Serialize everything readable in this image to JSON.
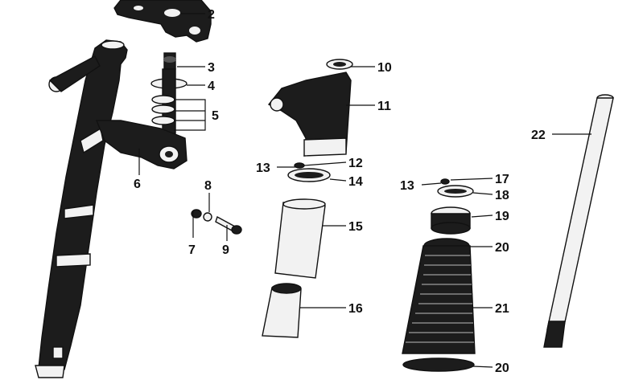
{
  "diagram": {
    "callouts": [
      {
        "id": "c2",
        "number": "2"
      },
      {
        "id": "c3",
        "number": "3"
      },
      {
        "id": "c4",
        "number": "4"
      },
      {
        "id": "c5",
        "number": "5"
      },
      {
        "id": "c6",
        "number": "6"
      },
      {
        "id": "c7",
        "number": "7"
      },
      {
        "id": "c8",
        "number": "8"
      },
      {
        "id": "c9",
        "number": "9"
      },
      {
        "id": "c10",
        "number": "10"
      },
      {
        "id": "c11",
        "number": "11"
      },
      {
        "id": "c12",
        "number": "12"
      },
      {
        "id": "c13a",
        "number": "13"
      },
      {
        "id": "c14",
        "number": "14"
      },
      {
        "id": "c15",
        "number": "15"
      },
      {
        "id": "c16",
        "number": "16"
      },
      {
        "id": "c13b",
        "number": "13"
      },
      {
        "id": "c17",
        "number": "17"
      },
      {
        "id": "c18",
        "number": "18"
      },
      {
        "id": "c19",
        "number": "19"
      },
      {
        "id": "c20a",
        "number": "20"
      },
      {
        "id": "c21",
        "number": "21"
      },
      {
        "id": "c20b",
        "number": "20"
      },
      {
        "id": "c22",
        "number": "22"
      }
    ]
  }
}
